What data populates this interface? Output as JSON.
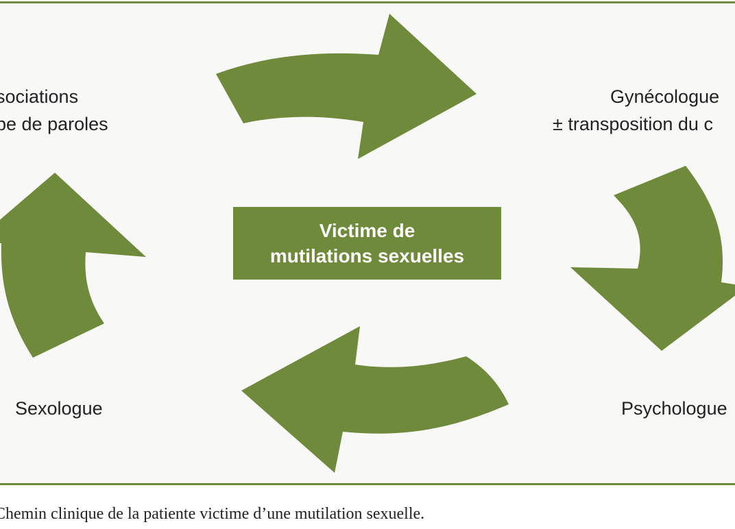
{
  "diagram": {
    "center": {
      "line1": "Victime de",
      "line2": "mutilations sexuelles"
    },
    "nodes": {
      "associations": {
        "line1": "sociations",
        "line2": "pe de paroles"
      },
      "gynecologue": {
        "line1": "Gynécologue",
        "line2": "± transposition du c"
      },
      "psychologue": {
        "label": "Psychologue"
      },
      "sexologue": {
        "label": "Sexologue"
      }
    },
    "colors": {
      "arrow": "#6f8a3a",
      "center_fill": "#6f8a3a",
      "rule": "#6f8a3a"
    }
  },
  "caption": "Chemin clinique de la patiente victime d’une mutilation sexuelle."
}
